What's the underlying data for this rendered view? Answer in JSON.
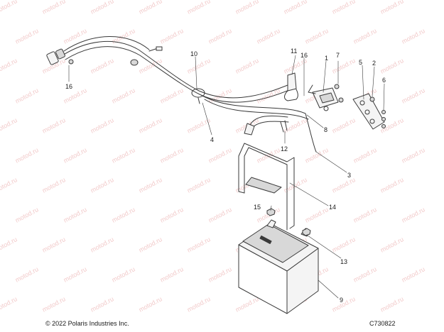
{
  "callouts": [
    {
      "id": "c1",
      "label": "1"
    },
    {
      "id": "c2",
      "label": "2"
    },
    {
      "id": "c3",
      "label": "3"
    },
    {
      "id": "c4",
      "label": "4"
    },
    {
      "id": "c5",
      "label": "5"
    },
    {
      "id": "c6",
      "label": "6"
    },
    {
      "id": "c7",
      "label": "7"
    },
    {
      "id": "c8",
      "label": "8"
    },
    {
      "id": "c9",
      "label": "9"
    },
    {
      "id": "c10",
      "label": "10"
    },
    {
      "id": "c11",
      "label": "11"
    },
    {
      "id": "c12",
      "label": "12"
    },
    {
      "id": "c13",
      "label": "13"
    },
    {
      "id": "c14",
      "label": "14"
    },
    {
      "id": "c15",
      "label": "15"
    },
    {
      "id": "c16a",
      "label": "16"
    },
    {
      "id": "c16b",
      "label": "16"
    }
  ],
  "footer": {
    "copyright": "© 2022 Polaris Industries Inc.",
    "diagram_code": "C730822"
  },
  "watermark": {
    "text": "motod.ru",
    "color": "#f2caca"
  },
  "colors": {
    "line": "#3a3a3a",
    "fill_light": "#f4f4f4",
    "fill_mid": "#d8d8d8"
  }
}
